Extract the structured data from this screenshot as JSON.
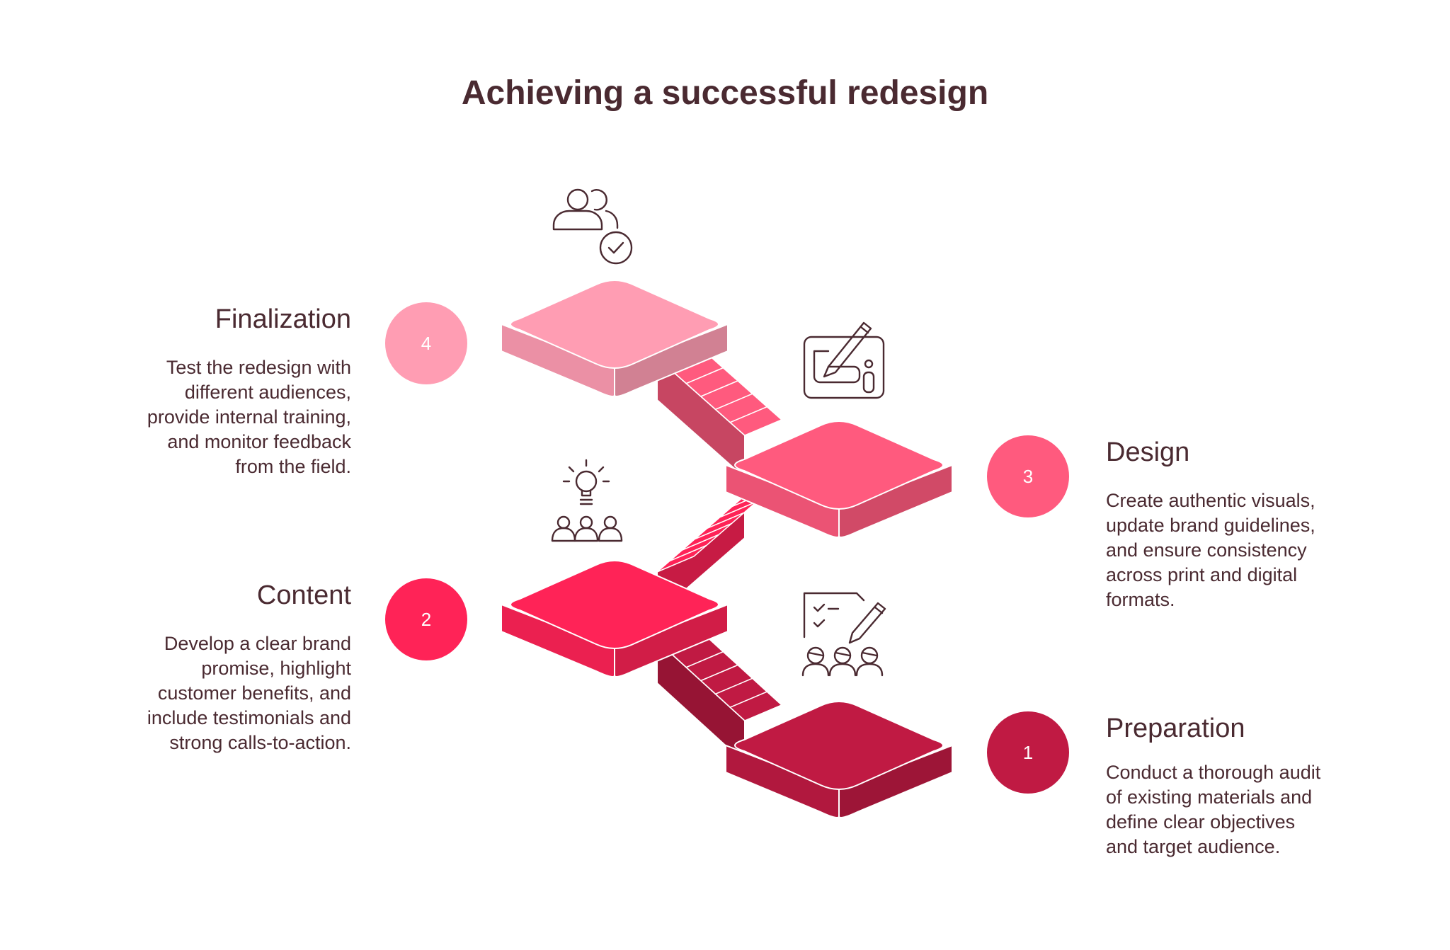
{
  "title": "Achieving a successful redesign",
  "colors": {
    "step1": "#c01a43",
    "step2": "#ff2357",
    "step3": "#ff5a7e",
    "step4": "#ff9db3",
    "text": "#4a2a31",
    "icon_stroke": "#4a2a31"
  },
  "steps": [
    {
      "number": "1",
      "title": "Preparation",
      "description": "Conduct a thorough audit\nof existing materials and\ndefine clear objectives\nand target audience.",
      "icon": "checklist-team-icon"
    },
    {
      "number": "2",
      "title": "Content",
      "description": "Develop a clear brand\npromise, highlight\ncustomer benefits, and\ninclude testimonials and\nstrong calls-to-action.",
      "icon": "idea-team-icon"
    },
    {
      "number": "3",
      "title": "Design",
      "description": "Create authentic visuals,\nupdate brand guidelines,\nand ensure consistency\nacross print and digital\nformats.",
      "icon": "design-board-icon"
    },
    {
      "number": "4",
      "title": "Finalization",
      "description": "Test the redesign with\ndifferent audiences,\nprovide internal training,\nand monitor feedback\nfrom the field.",
      "icon": "users-check-icon"
    }
  ]
}
